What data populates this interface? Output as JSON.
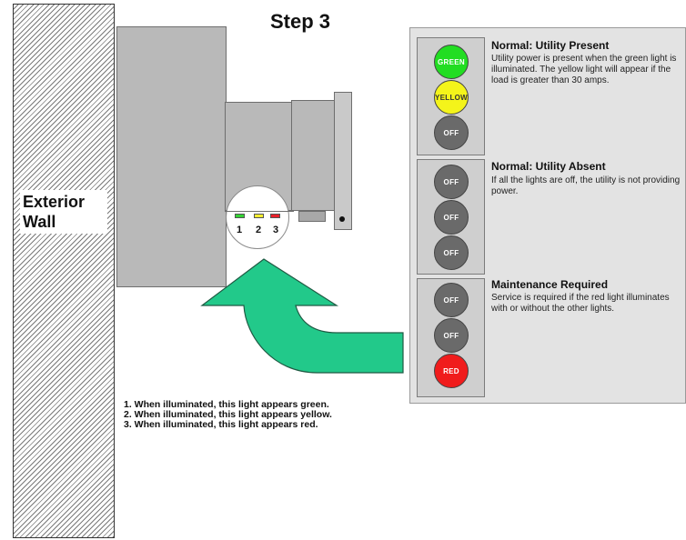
{
  "title": "Step 3",
  "wall_label": [
    "Exterior",
    "Wall"
  ],
  "led_numbers": [
    "1",
    "2",
    "3"
  ],
  "legend": [
    "1.  When illuminated, this light appears green.",
    "2.  When illuminated, this light appears yellow.",
    "3.  When illuminated, this light appears red."
  ],
  "colors": {
    "green": "#22dd22",
    "yellow": "#f4f41a",
    "red": "#f01c1c",
    "off": "#6a6a6a",
    "arrow": "#22c98a"
  },
  "sections": [
    {
      "title": "Normal:  Utility Present",
      "description": "Utility power is present when the green light is illuminated.  The yellow light will appear if the load is greater than 30 amps.",
      "lights": [
        {
          "label": "GREEN",
          "state": "green"
        },
        {
          "label": "YELLOW",
          "state": "yellow"
        },
        {
          "label": "OFF",
          "state": "off"
        }
      ]
    },
    {
      "title": "Normal:  Utility Absent",
      "description": "If all the lights are off, the utility is not providing power.",
      "lights": [
        {
          "label": "OFF",
          "state": "off"
        },
        {
          "label": "OFF",
          "state": "off"
        },
        {
          "label": "OFF",
          "state": "off"
        }
      ]
    },
    {
      "title": "Maintenance Required",
      "description": "Service is required if the red light illuminates with or without the other lights.",
      "lights": [
        {
          "label": "OFF",
          "state": "off"
        },
        {
          "label": "OFF",
          "state": "off"
        },
        {
          "label": "RED",
          "state": "red"
        }
      ]
    }
  ]
}
